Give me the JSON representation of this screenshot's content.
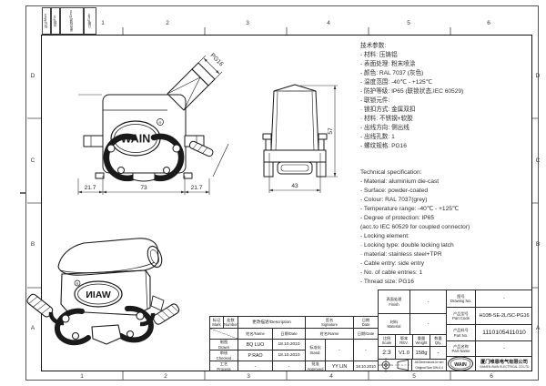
{
  "frame": {
    "top_refs": [
      "1",
      "2",
      "3",
      "4",
      "5",
      "6"
    ],
    "bottom_refs": [
      "1",
      "2",
      "3",
      "4",
      "5",
      "6"
    ],
    "left_refs": [
      "D",
      "C",
      "B",
      "A"
    ],
    "right_refs": [
      "D",
      "C",
      "B",
      "A"
    ],
    "corner_cells": [
      "标记/Mark",
      "处数/No.",
      "更改描述/Desc",
      "日期/Date"
    ]
  },
  "views": {
    "logo_text": "WAIN",
    "logo_reg": "R",
    "dims": {
      "front_left": "21.7",
      "front_center": "73",
      "front_right": "21.7",
      "side_width": "43",
      "side_height": "57",
      "gland_thread": "PG16"
    }
  },
  "specs_cn": {
    "lines": [
      "技术参数:",
      "- 材料: 压铸铝",
      "- 表面处理: 粉末喷涂",
      "- 颜色: RAL 7037 (灰色)",
      "- 温度范围: -40℃ - +125℃",
      "- 防护等级: IP65 (联锁状态,IEC 60529)",
      "- 联锁元件:",
      "   · 锁扣方式: 金属双扣",
      "   · 材料: 不锈钢+软胶",
      "- 出线方向: 侧出线",
      "- 出线孔数: 1",
      "- 螺纹规格: PG16"
    ]
  },
  "specs_en": {
    "lines": [
      "Technical specification:",
      "- Material: aluminium die-cast",
      "- Surface: powder-coated",
      "- Colour: RAL 7037(grey)",
      "- Temperature range: -40℃ - +125℃",
      "- Degree of protection: IP65",
      "  (acc.to IEC 60529 for coupled connector)",
      "- Locking element:",
      "   · Locking type: double locking latch",
      "   · material: stainless steel+TPR",
      "- Cable entry: side entry",
      "- No. of cable entries: 1",
      "- Thread size: PG16"
    ]
  },
  "title_block": {
    "revision": {
      "mark": "标记\nMark",
      "number": "处数\nNumber",
      "description": "更改描述/Description",
      "signature": "签名\nSignature",
      "date": "日期\nDate",
      "name_sub": "姓名/Name",
      "date_sub": "日期/Date",
      "drawn_label": "制图\nDrawn",
      "drawn_name": "BQ LUO",
      "drawn_date": "18.10.2010",
      "checked_label": "审核\nChecked",
      "checked_name": "P RAO",
      "checked_date": "18.10.2010",
      "process_label": "工艺\nProcess",
      "process_name": "-",
      "process_date": "-",
      "stand_label": "标准化\nStand.",
      "stand_sig": "-",
      "stand_date": "-",
      "approved_label": "批准\nApproved",
      "approved_name": "YY LIN",
      "approved_date": "18.10.2010"
    },
    "finish_label": "表面处理\nFinish",
    "finish_value": "-",
    "material_label": "材料\nMaterial",
    "material_value": "-",
    "scale_label": "比例\nScale",
    "scale_value": "2:3",
    "rev_label": "版本\nREV.",
    "rev_value": "V1.0",
    "weight_label": "重量\nWeight",
    "weight_value": "158g",
    "qty_label": "数量\nQty.",
    "qty_value": "-",
    "drawing_no_label": "图号\nDrawing No.",
    "drawing_no_value": "-",
    "part_code_label": "产品型号\nPart Code",
    "part_code_value": "H10B-SE-2L/SC-PG16",
    "part_no_label": "产品料号\nPart No.",
    "part_no_value": "1110105411010",
    "part_name_label": "产品名称\nPart Name",
    "part_name_value": "-",
    "notes": "All Dimensions in mm\nOriginal Size DIN A 4",
    "company_logo": "WAIN",
    "company_cn": "厦门唯恩电气有限公司",
    "company_en": "XIAMEN WAIN ELECTRICAL CO.LTD"
  }
}
